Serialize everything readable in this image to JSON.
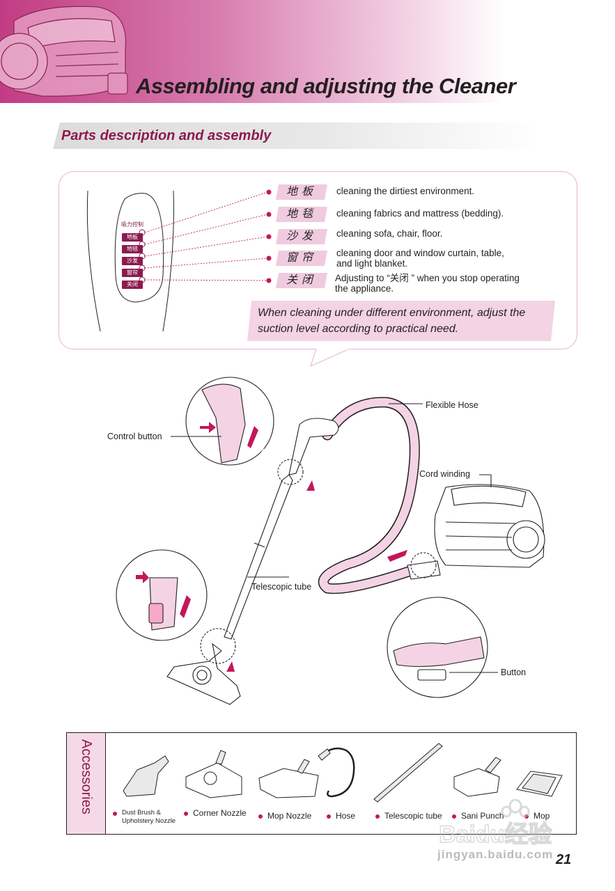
{
  "header": {
    "title": "Assembling and adjusting the Cleaner"
  },
  "section": {
    "title": "Parts description and assembly"
  },
  "control_panel": {
    "label": "吸力控制",
    "buttons": [
      "地板",
      "地毯",
      "沙发",
      "窗帘",
      "关闭"
    ]
  },
  "modes": [
    {
      "name": "地板",
      "desc_lines": [
        "cleaning the dirtiest environment."
      ]
    },
    {
      "name": "地毯",
      "desc_lines": [
        "cleaning fabrics and mattress (bedding)."
      ]
    },
    {
      "name": "沙发",
      "desc_lines": [
        "cleaning sofa, chair, floor."
      ]
    },
    {
      "name": "窗帘",
      "desc_lines": [
        "cleaning door and window curtain, table,",
        "and light blanket."
      ]
    },
    {
      "name": "关闭",
      "desc_lines": [
        "Adjusting to “关闭 ” when you stop operating",
        "the appliance."
      ]
    }
  ],
  "note": "When cleaning under different environment, adjust the suction level according to practical need.",
  "callouts": {
    "flexible_hose": "Flexible Hose",
    "control_button": "Control button",
    "cord_winding": "Cord winding",
    "telescopic_tube": "Telescopic tube",
    "button": "Button"
  },
  "accessories": {
    "title": "Accessories",
    "items": [
      {
        "label_lines": [
          "Dust Brush &",
          "Upholstery Nozzle"
        ]
      },
      {
        "label": "Corner Nozzle"
      },
      {
        "label": "Mop Nozzle"
      },
      {
        "label": "Hose"
      },
      {
        "label": "Telescopic tube"
      },
      {
        "label": "Sani Punch"
      },
      {
        "label": "Mop"
      }
    ]
  },
  "page_number": "21",
  "watermark": {
    "text": "jingyan.baidu.com",
    "logo_text": "Baidu经验"
  },
  "colors": {
    "accent": "#8c1a4f",
    "pink": "#f0cbdf",
    "magenta": "#c2185b"
  }
}
